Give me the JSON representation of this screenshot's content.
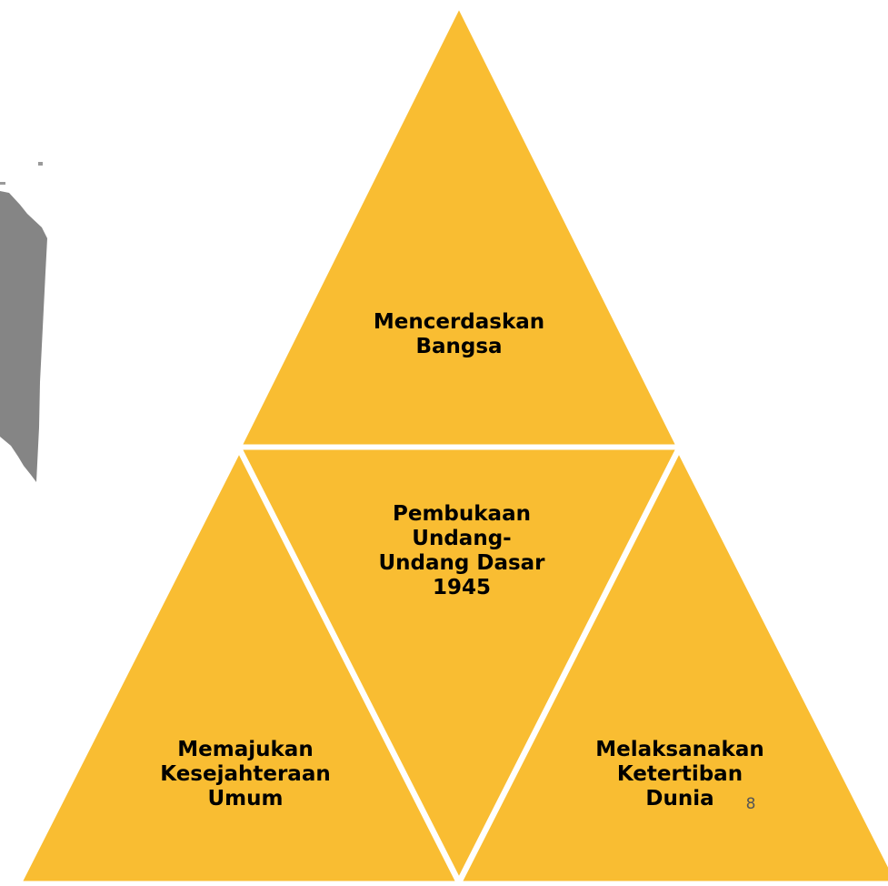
{
  "diagram": {
    "triangles": [
      {
        "id": "top",
        "label": "Mencerdaskan\nBangsa"
      },
      {
        "id": "center",
        "label": "Pembukaan\nUndang-\nUndang Dasar\n1945"
      },
      {
        "id": "left",
        "label": "Memajukan\nKesejahteraan\nUmum"
      },
      {
        "id": "right",
        "label": "Melaksanakan\nKetertiban\nDunia"
      }
    ],
    "fill_color": "#F9BD32",
    "line_color": "#FFFFFF",
    "decoration_color": "#858585"
  },
  "slide": {
    "page_number": "8"
  }
}
